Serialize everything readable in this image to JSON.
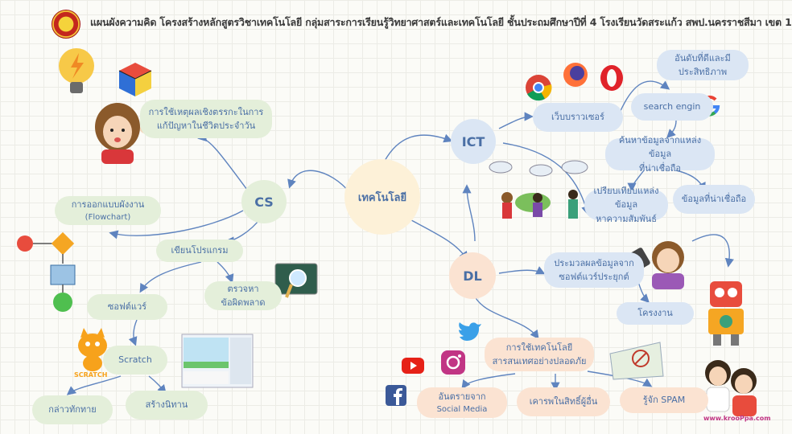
{
  "title": "แผนผังความคิด โครงสร้างหลักสูตรวิชาเทคโนโลยี กลุ่มสาระการเรียนรู้วิทยาศาสตร์และเทคโนโลยี ชั้นประถมศึกษาปีที่ 4 โรงเรียนวัดสระแก้ว สพป.นครราชสีมา เขต 1",
  "center": "เทคโนโลยี",
  "cs": {
    "label": "CS",
    "logic": "การใช้เหตุผลเชิงตรรกะในการแก้ปัญหาในชีวิตประจำวัน",
    "flowchart": [
      "การออกแบบผังงาน",
      "(Flowchart)"
    ],
    "program": "เขียนโปรแกรม",
    "debug": [
      "ตรวจหา",
      "ข้อผิดพลาด"
    ],
    "software": "ซอฟต์แวร์",
    "scratch": "Scratch",
    "greet": "กล่าวทักทาย",
    "story": "สร้างนิทาน",
    "scratch_logo_text": "SCRATCH"
  },
  "ict": {
    "label": "ICT",
    "browser": "เว็บบราวเซอร์",
    "search": "search engin",
    "rank": [
      "อันดับที่ดีและมี",
      "ประสิทธิภาพ"
    ],
    "find": [
      "ค้นหาข้อมูลจากแหล่งข้อมูล",
      "ที่น่าเชื่อถือ"
    ],
    "compare": [
      "เปรียบเทียบแหล่งข้อมูล",
      "หาความสัมพันธ์"
    ],
    "reliable": "ข้อมูลที่น่าเชื่อถือ"
  },
  "dl": {
    "label": "DL",
    "process": [
      "ประมวลผลข้อมูลจาก",
      "ซอฟต์แวร์ประยุกต์"
    ],
    "project": "โครงงาน",
    "safe": [
      "การใช้เทคโนโลยี",
      "สารสนเทศอย่างปลอดภัย"
    ],
    "danger": [
      "อันตรายจาก",
      "Social Media"
    ],
    "rights": "เคารพในสิทธิ์ผู้อื่น",
    "spam": "รู้จัก SPAM"
  },
  "watermark": "www.krooPpa.com",
  "colors": {
    "line": "#5f84bf",
    "text": "#4a6fa5",
    "green": "#e4efda",
    "blue": "#dbe6f4",
    "peach": "#fbe3d2",
    "center": "#fdf1d8"
  }
}
